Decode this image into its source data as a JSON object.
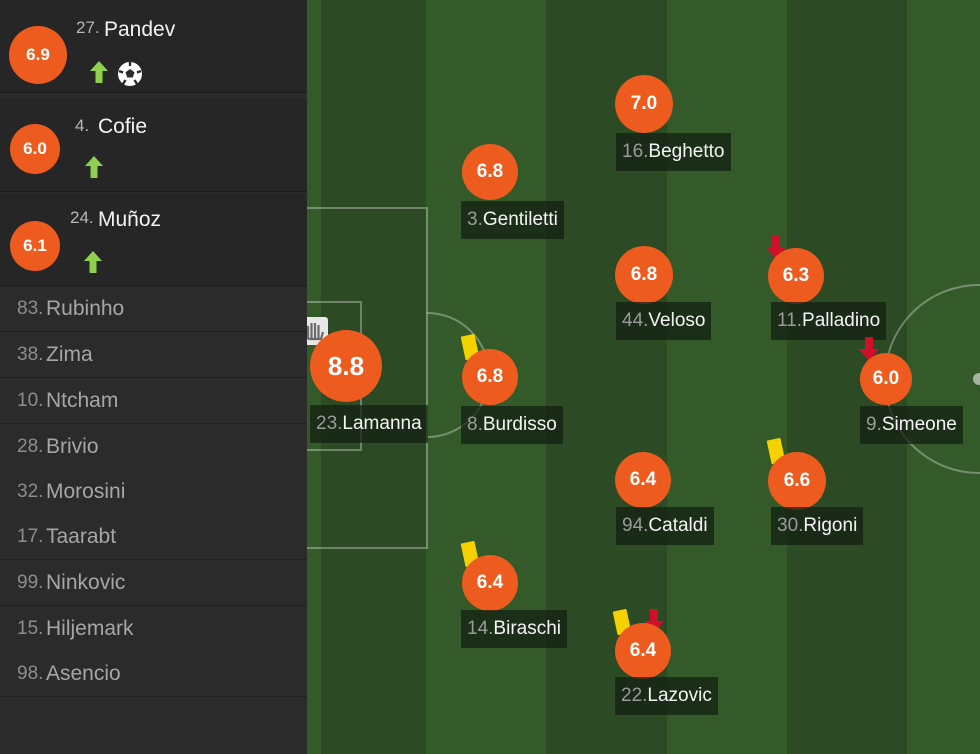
{
  "substitutes_in": [
    {
      "number": "27.",
      "name": "Pandev",
      "rating": "6.9",
      "icons": [
        "sub-in-arrow-icon",
        "goal-ball-icon"
      ]
    },
    {
      "number": "4.",
      "name": "Cofie",
      "rating": "6.0",
      "icons": [
        "sub-in-arrow-icon"
      ]
    },
    {
      "number": "24.",
      "name": "Muñoz",
      "rating": "6.1",
      "icons": [
        "sub-in-arrow-icon"
      ]
    }
  ],
  "bench": [
    {
      "number": "83.",
      "name": "Rubinho"
    },
    {
      "number": "38.",
      "name": "Zima"
    },
    {
      "number": "10.",
      "name": "Ntcham"
    },
    {
      "number": "28.",
      "name": "Brivio"
    },
    {
      "number": "32.",
      "name": "Morosini"
    },
    {
      "number": "17.",
      "name": "Taarabt"
    },
    {
      "number": "99.",
      "name": "Ninkovic"
    },
    {
      "number": "15.",
      "name": "Hiljemark"
    },
    {
      "number": "98.",
      "name": "Asencio"
    }
  ],
  "lineup": {
    "lamanna": {
      "number": "23.",
      "name": "Lamanna",
      "rating": "8.8",
      "icons": [
        "goalkeeper-glove-icon"
      ]
    },
    "gentiletti": {
      "number": "3.",
      "name": "Gentiletti",
      "rating": "6.8",
      "icons": []
    },
    "burdisso": {
      "number": "8.",
      "name": "Burdisso",
      "rating": "6.8",
      "icons": [
        "yellow-card-icon"
      ]
    },
    "biraschi": {
      "number": "14.",
      "name": "Biraschi",
      "rating": "6.4",
      "icons": [
        "yellow-card-icon"
      ]
    },
    "beghetto": {
      "number": "16.",
      "name": "Beghetto",
      "rating": "7.0",
      "icons": []
    },
    "veloso": {
      "number": "44.",
      "name": "Veloso",
      "rating": "6.8",
      "icons": []
    },
    "cataldi": {
      "number": "94.",
      "name": "Cataldi",
      "rating": "6.4",
      "icons": []
    },
    "lazovic": {
      "number": "22.",
      "name": "Lazovic",
      "rating": "6.4",
      "icons": [
        "yellow-card-icon",
        "sub-out-arrow-icon"
      ]
    },
    "palladino": {
      "number": "11.",
      "name": "Palladino",
      "rating": "6.3",
      "icons": [
        "sub-out-arrow-icon"
      ]
    },
    "rigoni": {
      "number": "30.",
      "name": "Rigoni",
      "rating": "6.6",
      "icons": [
        "yellow-card-icon"
      ]
    },
    "simeone": {
      "number": "9.",
      "name": "Simeone",
      "rating": "6.0",
      "icons": [
        "sub-out-arrow-icon"
      ]
    }
  },
  "colors": {
    "rating_bubble": "#ee5b1e",
    "pitch_dark": "#2c4a23",
    "pitch_light": "#355a2a",
    "sub_in_arrow": "#8fd14f",
    "sub_out_arrow": "#d0102a",
    "yellow_card": "#f5d100"
  }
}
